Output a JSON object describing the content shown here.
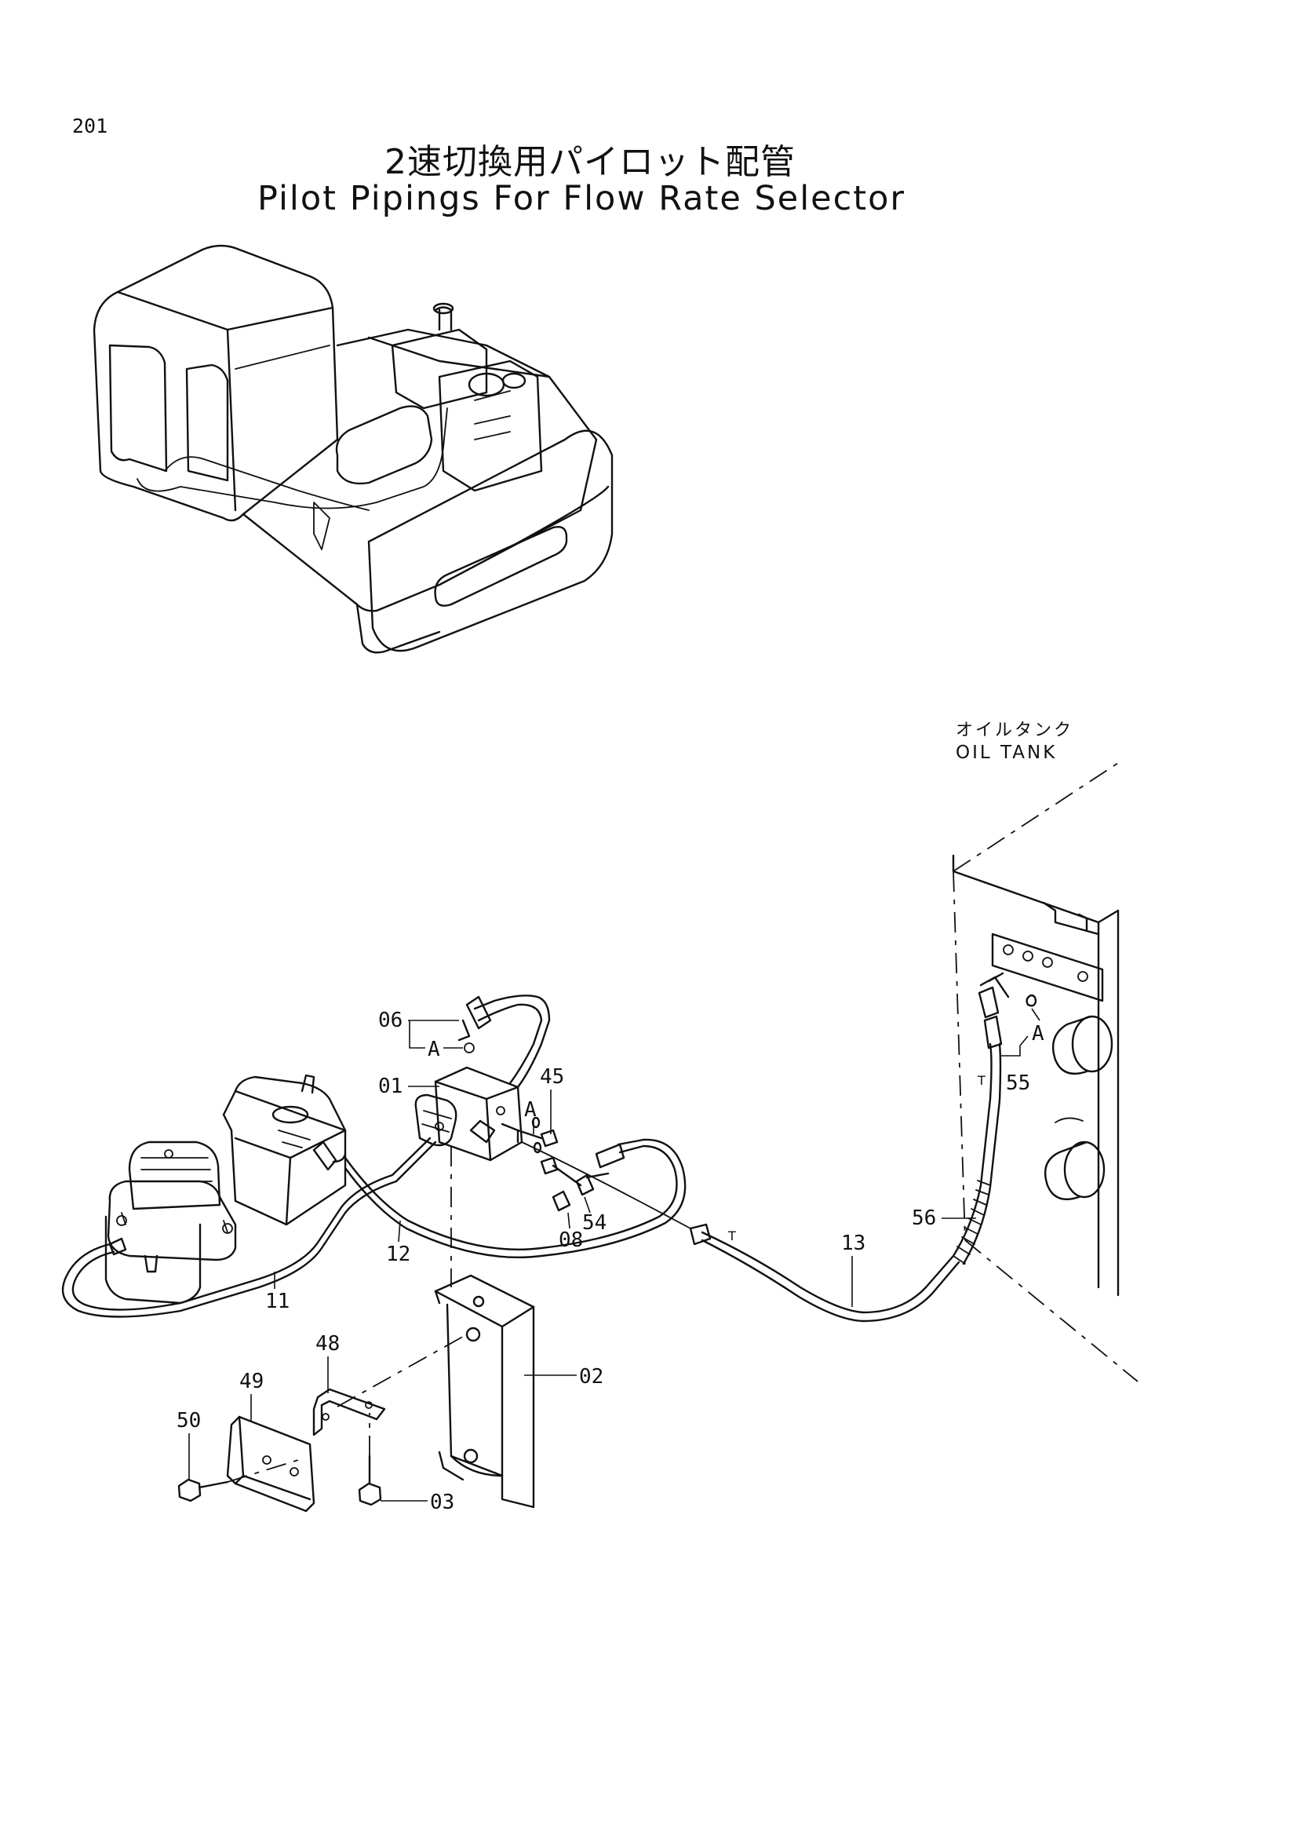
{
  "page_number": "201",
  "title_jp": "2速切換用パイロット配管",
  "title_en": "Pilot Pipings For Flow Rate Selector",
  "oil_tank_label_jp": "オイルタンク",
  "oil_tank_label_en": "OIL TANK",
  "callouts": {
    "c06": "06",
    "cA1": "A",
    "c01": "01",
    "c45": "45",
    "cA2": "A",
    "cA3": "A",
    "c55": "55",
    "cT1": "T",
    "cT2": "T",
    "c54": "54",
    "c08": "08",
    "c12": "12",
    "c11": "11",
    "c13": "13",
    "c56": "56",
    "c48": "48",
    "c49": "49",
    "c50": "50",
    "c02": "02",
    "c03": "03"
  }
}
